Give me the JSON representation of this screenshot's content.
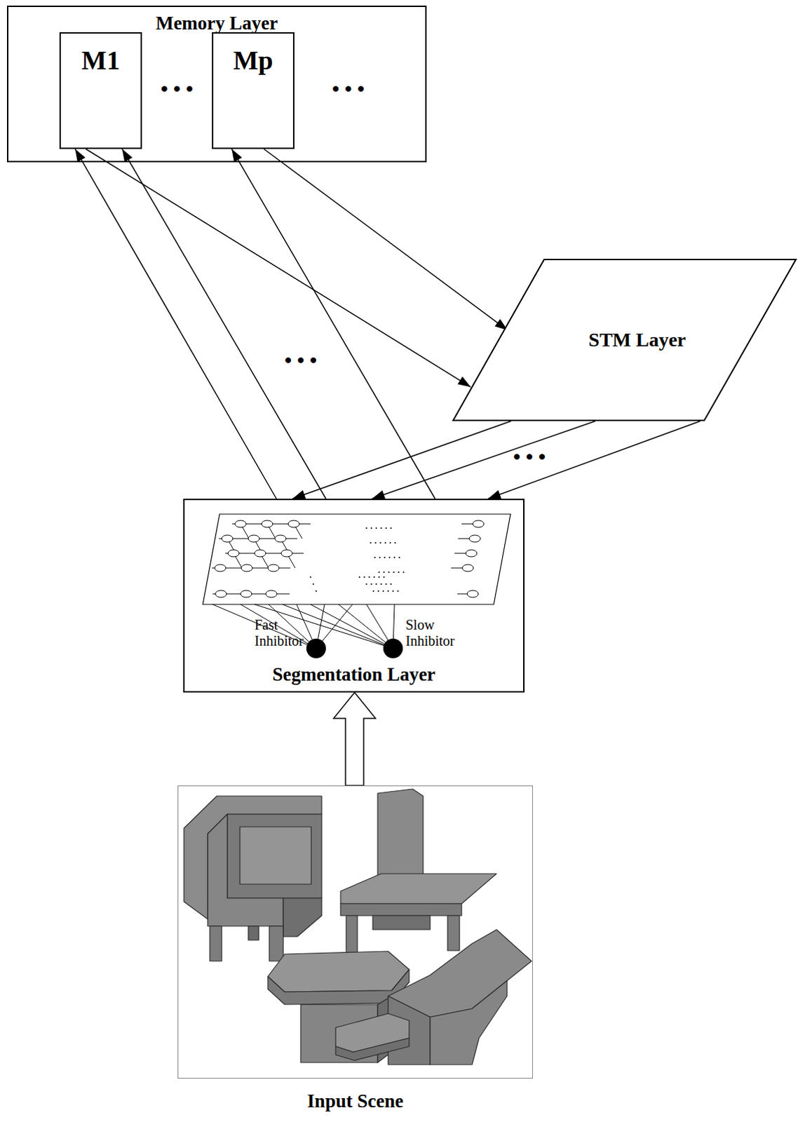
{
  "diagram": {
    "nodes": [
      {
        "text": [
          "Memory Layer"
        ]
      },
      {
        "text": [
          "M1"
        ],
        "in": 0
      },
      {
        "text": [
          "Mp"
        ],
        "in": 0
      },
      {
        "text": [
          "STM Layer"
        ]
      },
      {
        "text": [
          "Segmentation Layer"
        ]
      },
      {
        "text": [
          "Input Scene"
        ]
      }
    ],
    "edges": [
      {
        "from": 4,
        "to": 1,
        "arrow": "to"
      },
      {
        "from": 4,
        "to": 1,
        "arrow": "to"
      },
      {
        "from": 4,
        "to": 2,
        "arrow": "to"
      },
      {
        "from": 1,
        "to": 3,
        "arrow": "to"
      },
      {
        "from": 2,
        "to": 3,
        "arrow": "to"
      },
      {
        "from": 3,
        "to": 4,
        "arrow": "to"
      },
      {
        "from": 3,
        "to": 4,
        "arrow": "to"
      },
      {
        "from": 3,
        "to": 4,
        "arrow": "to"
      },
      {
        "from": 5,
        "to": 4,
        "arrow": "to"
      }
    ],
    "labels": [
      "• • •",
      "• • •",
      "• • •",
      "• • •",
      "Fast Inhibitor",
      "Slow Inhibitor"
    ]
  }
}
